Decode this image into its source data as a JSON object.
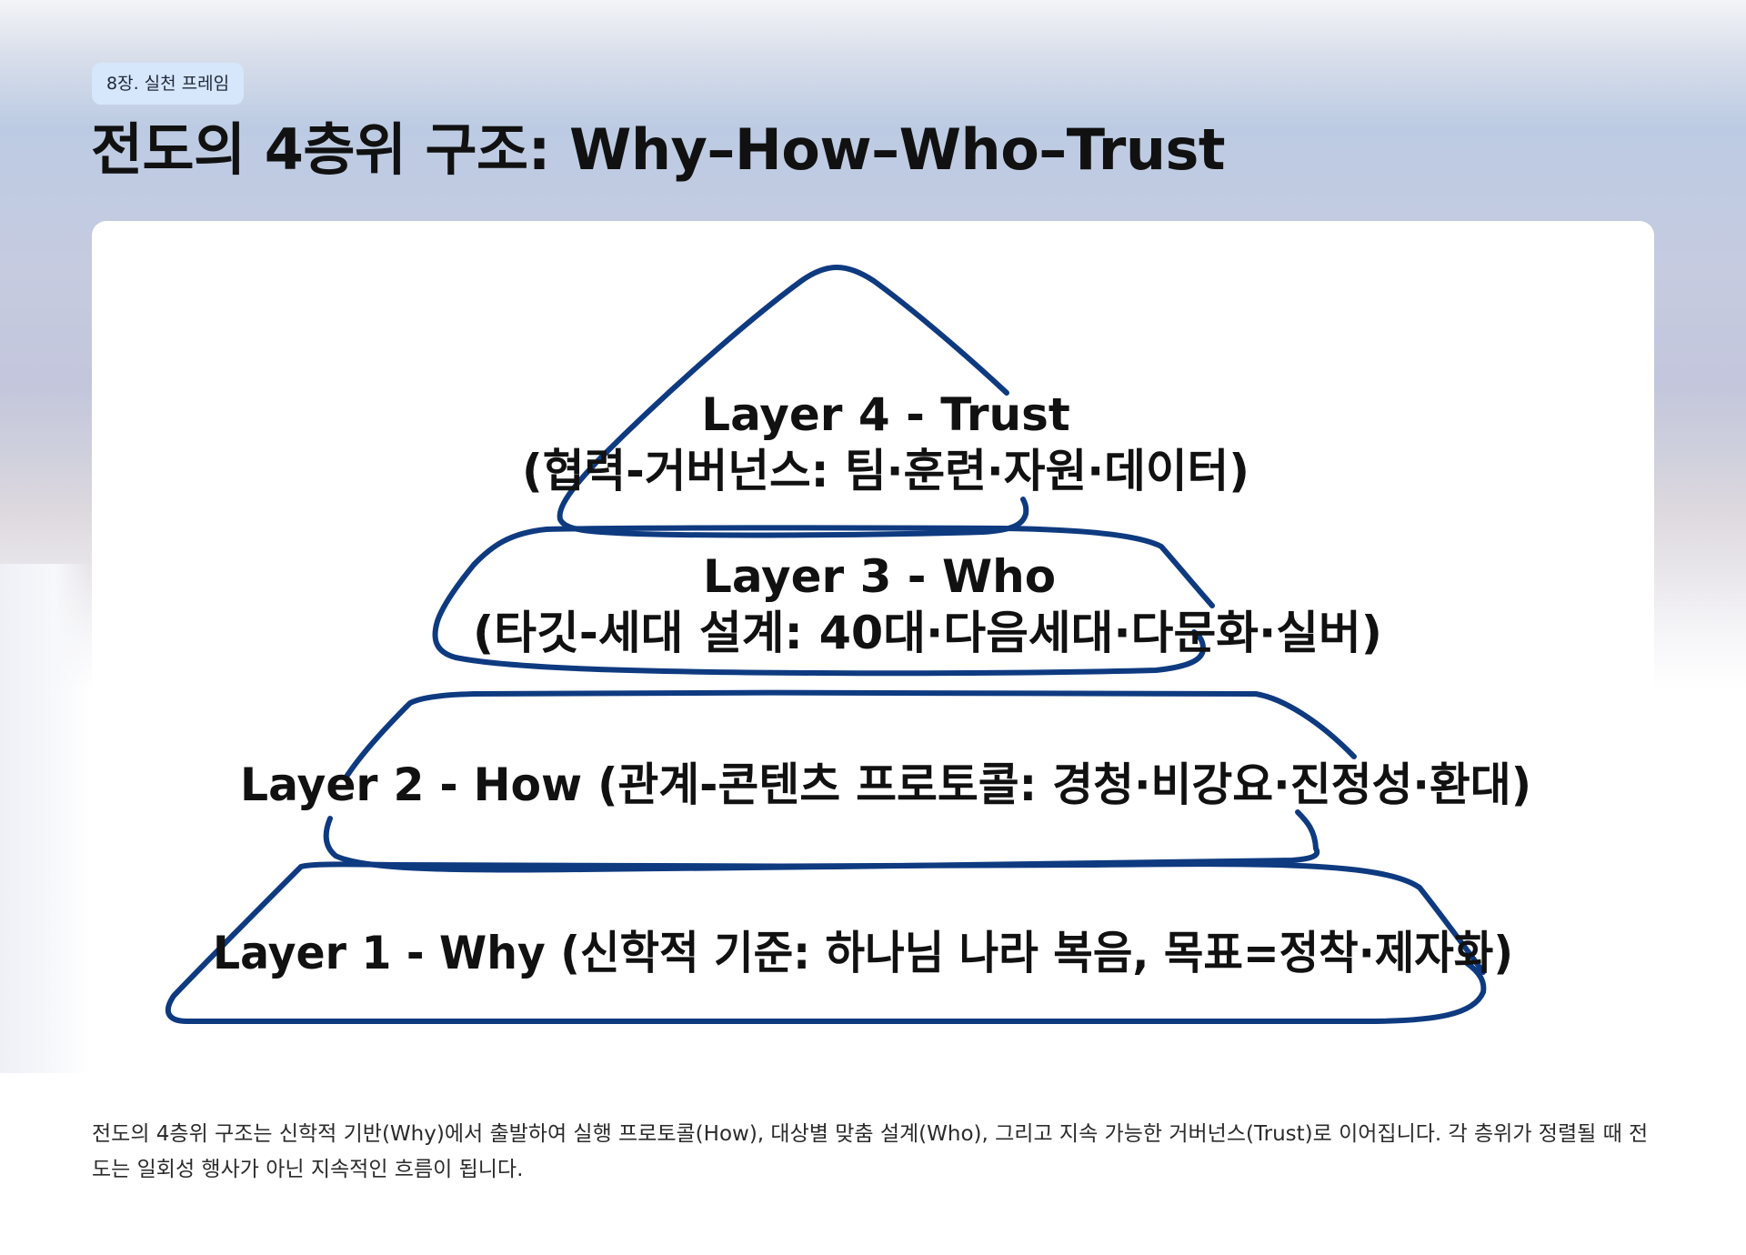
{
  "chapter": {
    "badge": "8장. 실천 프레임"
  },
  "page": {
    "title": "전도의 4층위 구조: Why–How–Who–Trust"
  },
  "diagram": {
    "layers": [
      {
        "id": 4,
        "line1": "Layer 4 - Trust",
        "line2": "(협력-거버넌스: 팀·훈련·자원·데이터)"
      },
      {
        "id": 3,
        "line1": "Layer 3 - Who",
        "line2": "(타깃-세대 설계: 40대·다음세대·다문화·실버)"
      },
      {
        "id": 2,
        "line1": "Layer 2 - How (관계-콘텐츠 프로토콜: 경청·비강요·진정성·환대)"
      },
      {
        "id": 1,
        "line1": "Layer 1 - Why (신학적 기준: 하나님 나라 복음, 목표=정착·제자화)"
      }
    ],
    "outline_color": "#0e3a80"
  },
  "caption": {
    "text": "전도의 4층위 구조는 신학적 기반(Why)에서 출발하여 실행 프로토콜(How), 대상별 맞춤 설계(Who), 그리고 지속 가능한 거버넌스(Trust)로 이어집니다. 각 층위가 정렬될 때 전도는 일회성 행사가 아닌 지속적인 흐름이 됩니다."
  }
}
